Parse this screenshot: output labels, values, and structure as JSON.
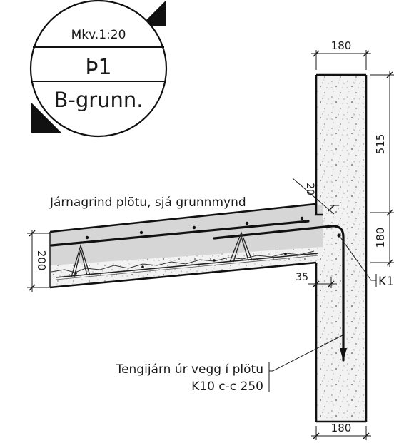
{
  "title_block": {
    "scale": "Mkv.1:20",
    "section_id": "Þ1",
    "grid_ref": "B-grunn."
  },
  "dimensions": {
    "wall_width_top": "180",
    "wall_width_bottom": "180",
    "upper_height": "515",
    "slab_band_height": "180",
    "slab_thickness": "200",
    "notch_depth": "20",
    "hook_offset": "35"
  },
  "labels": {
    "rebar_grid": "Járnagrind plötu, sjá grunnmynd",
    "dowel_line1": "Tengijárn úr vegg í plötu",
    "dowel_line2": "K10 c-c 250",
    "bar_mark": "K1"
  },
  "colors": {
    "concrete_fill": "#f1f1f1",
    "slab_top_fill": "#d6d6d6",
    "line": "#1a1a1a"
  }
}
